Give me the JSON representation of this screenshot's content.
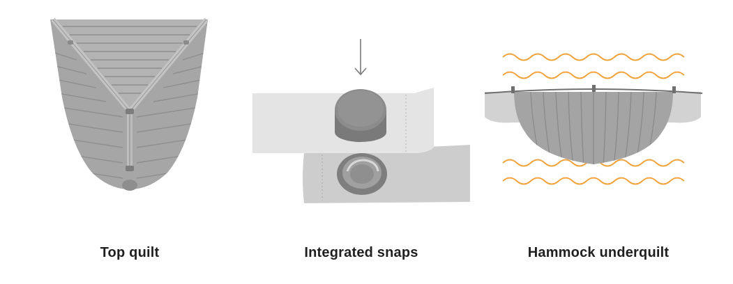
{
  "panels": [
    {
      "illustration": "top-quilt-illustration",
      "caption": "Top quilt"
    },
    {
      "illustration": "integrated-snaps-illustration",
      "caption": "Integrated snaps"
    },
    {
      "illustration": "hammock-underquilt-illustration",
      "caption": "Hammock underquilt"
    }
  ],
  "colors": {
    "quilt_gray": "#a9a9a9",
    "quilt_dark": "#8c8c8c",
    "fabric_light": "#e6e6e6",
    "fabric_mid": "#cfcfcf",
    "snap_gray": "#8a8a8a",
    "warmth_orange": "#f0a23a",
    "caption_text": "#1f1f1f"
  }
}
